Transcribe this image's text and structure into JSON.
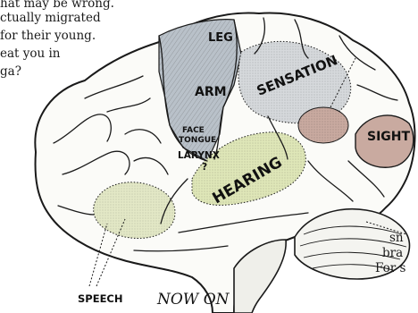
{
  "text_left": [
    "hat may be wrong.",
    "ctually migrated",
    "for their young.",
    "eat you in",
    "ga?"
  ],
  "text_right": [
    "sn",
    "bra",
    "For s"
  ],
  "labels": {
    "leg": "LEG",
    "arm": "ARM",
    "sensation": "SENSATION",
    "face": "FACE",
    "tongue": "TONGUE",
    "larynx": "LARYNX",
    "question": "?",
    "hearing": "HEARING",
    "sight": "SIGHT",
    "speech": "SPEECH"
  },
  "caption": "NOW ON",
  "colors": {
    "ink": "#1a1a1a",
    "hearing_tint": "#dfe7b8",
    "speech_tint": "#e3e8c6",
    "sensation_tint": "#d6d9dc",
    "motor_tint": "#b9c1c9",
    "sight_tint": "#c9aaa0",
    "paper": "#ffffff"
  }
}
